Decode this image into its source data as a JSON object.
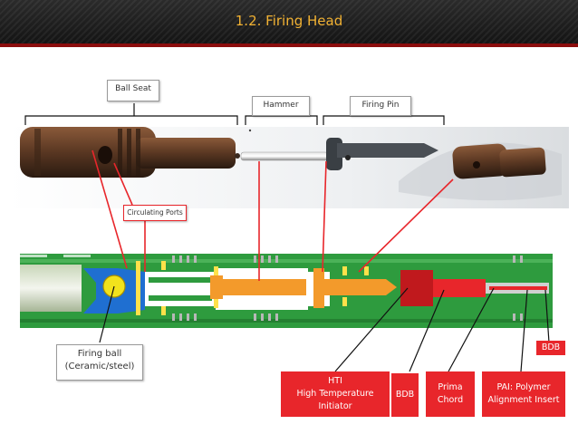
{
  "slide": {
    "title": "1.2. Firing Head"
  },
  "labels": {
    "ball_seat": "Ball Seat",
    "hammer": "Hammer",
    "firing_pin": "Firing Pin",
    "circulating_ports": "Circulating Ports",
    "firing_ball_line1": "Firing ball",
    "firing_ball_line2": "(Ceramic/steel)",
    "bdb_top": "BDB",
    "hti_line1": "HTI",
    "hti_line2": "High Temperature",
    "hti_line3": "Initiator",
    "bdb_bottom": "BDB",
    "prima_line1": "Prima",
    "prima_line2": "Chord",
    "pai_line1": "PAI: Polymer",
    "pai_line2": "Alignment Insert"
  },
  "colors": {
    "title": "#f2b233",
    "accent_red": "#e8262b",
    "header_rule": "#8b0d0d",
    "housing_green": "#2e9b3e",
    "hammer_orange": "#f39a2b",
    "seat_blue": "#1f6fd1",
    "ball_yellow": "#f2e21c",
    "ring_yellow": "#ffe14a"
  }
}
